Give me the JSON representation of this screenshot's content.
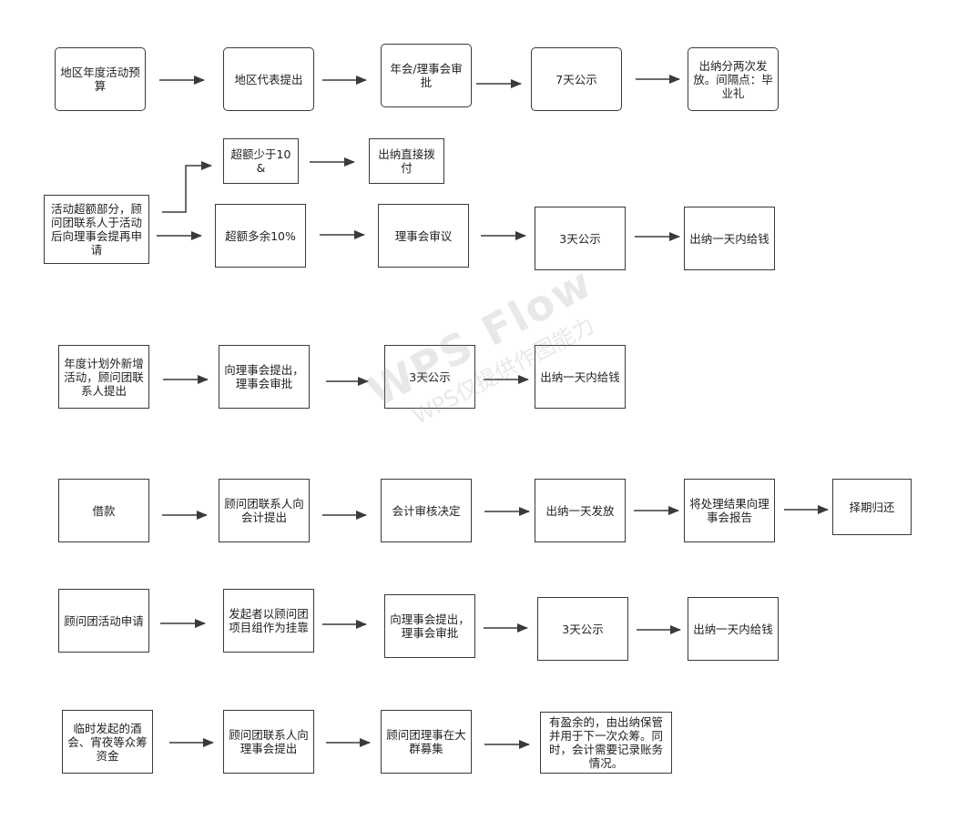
{
  "diagram": {
    "nodes": [
      {
        "id": "r1a",
        "text": "地区年度活动预算"
      },
      {
        "id": "r1b",
        "text": "地区代表提出"
      },
      {
        "id": "r1c",
        "text": "年会/理事会审批"
      },
      {
        "id": "r1d",
        "text": "7天公示"
      },
      {
        "id": "r1e",
        "text": "出纳分两次发放。间隔点：毕业礼"
      },
      {
        "id": "r2a",
        "text": "活动超额部分，顾问团联系人于活动后向理事会提再申请"
      },
      {
        "id": "r2b",
        "text": "超额少于10&"
      },
      {
        "id": "r2c",
        "text": "出纳直接拨付"
      },
      {
        "id": "r2d",
        "text": "超额多余10%"
      },
      {
        "id": "r2e",
        "text": "理事会审议"
      },
      {
        "id": "r2f",
        "text": "3天公示"
      },
      {
        "id": "r2g",
        "text": "出纳一天内给钱"
      },
      {
        "id": "r3a",
        "text": "年度计划外新增活动，顾问团联系人提出"
      },
      {
        "id": "r3b",
        "text": "向理事会提出，理事会审批"
      },
      {
        "id": "r3c",
        "text": "3天公示"
      },
      {
        "id": "r3d",
        "text": "出纳一天内给钱"
      },
      {
        "id": "r4a",
        "text": "借款"
      },
      {
        "id": "r4b",
        "text": "顾问团联系人向会计提出"
      },
      {
        "id": "r4c",
        "text": "会计审核决定"
      },
      {
        "id": "r4d",
        "text": "出纳一天发放"
      },
      {
        "id": "r4e",
        "text": "将处理结果向理事会报告"
      },
      {
        "id": "r4f",
        "text": "择期归还"
      },
      {
        "id": "r5a",
        "text": "顾问团活动申请"
      },
      {
        "id": "r5b",
        "text": "发起者以顾问团项目组作为挂靠"
      },
      {
        "id": "r5c",
        "text": "向理事会提出，理事会审批"
      },
      {
        "id": "r5d",
        "text": "3天公示"
      },
      {
        "id": "r5e",
        "text": "出纳一天内给钱"
      },
      {
        "id": "r6a",
        "text": "临时发起的酒会、宵夜等众筹资金"
      },
      {
        "id": "r6b",
        "text": "顾问团联系人向理事会提出"
      },
      {
        "id": "r6c",
        "text": "顾问团理事在大群募集"
      },
      {
        "id": "r6d",
        "text": "有盈余的，由出纳保管并用于下一次众筹。同时，会计需要记录账务情况。"
      }
    ],
    "edges": [
      {
        "from": "r1a",
        "to": "r1b"
      },
      {
        "from": "r1b",
        "to": "r1c"
      },
      {
        "from": "r1c",
        "to": "r1d"
      },
      {
        "from": "r1d",
        "to": "r1e"
      },
      {
        "from": "r2a",
        "to": "r2b"
      },
      {
        "from": "r2b",
        "to": "r2c"
      },
      {
        "from": "r2a",
        "to": "r2d"
      },
      {
        "from": "r2d",
        "to": "r2e"
      },
      {
        "from": "r2e",
        "to": "r2f"
      },
      {
        "from": "r2f",
        "to": "r2g"
      },
      {
        "from": "r3a",
        "to": "r3b"
      },
      {
        "from": "r3b",
        "to": "r3c"
      },
      {
        "from": "r3c",
        "to": "r3d"
      },
      {
        "from": "r4a",
        "to": "r4b"
      },
      {
        "from": "r4b",
        "to": "r4c"
      },
      {
        "from": "r4c",
        "to": "r4d"
      },
      {
        "from": "r4d",
        "to": "r4e"
      },
      {
        "from": "r4e",
        "to": "r4f"
      },
      {
        "from": "r5a",
        "to": "r5b"
      },
      {
        "from": "r5b",
        "to": "r5c"
      },
      {
        "from": "r5c",
        "to": "r5d"
      },
      {
        "from": "r5d",
        "to": "r5e"
      },
      {
        "from": "r6a",
        "to": "r6b"
      },
      {
        "from": "r6b",
        "to": "r6c"
      },
      {
        "from": "r6c",
        "to": "r6d"
      }
    ]
  },
  "watermark": {
    "main": "WPS Flow",
    "sub": "WPS仅提供作图能力"
  }
}
